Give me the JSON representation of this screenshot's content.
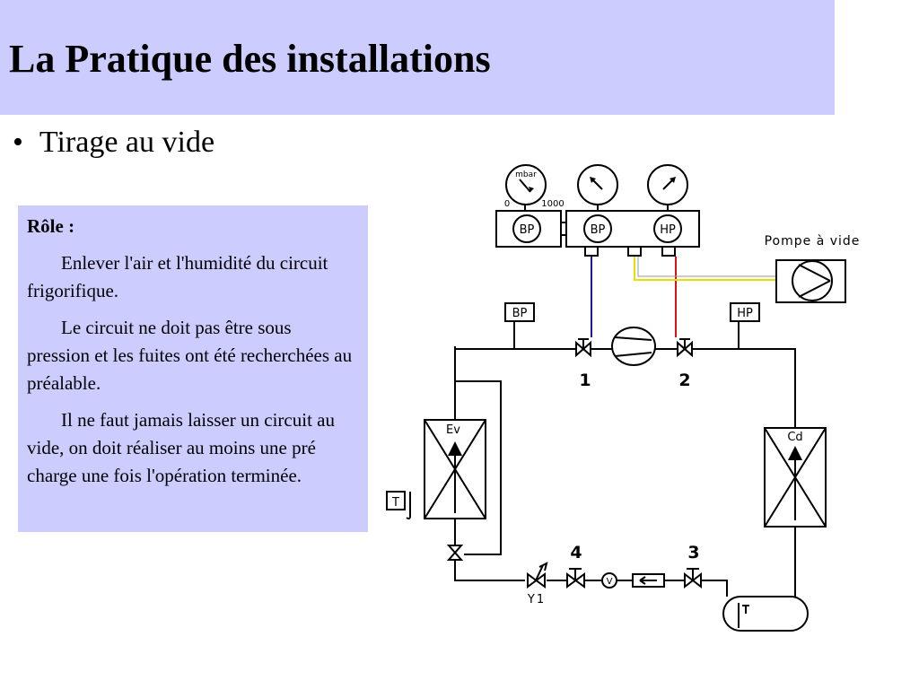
{
  "slide": {
    "title": "La Pratique des installations",
    "bullet": "Tirage au vide"
  },
  "role": {
    "heading": "Rôle :",
    "paragraphs": [
      "Enlever l'air et l'humidité du circuit frigorifique.",
      "Le circuit ne doit pas être sous pression et les fuites ont été recherchées au préalable.",
      "Il ne faut jamais laisser un circuit au vide, on doit réaliser au moins une pré charge une fois l'opération terminée."
    ]
  },
  "diagram": {
    "vacuometer": {
      "unit": "mbar",
      "min": "0",
      "max": "1000"
    },
    "manifold": {
      "labels": [
        "BP",
        "BP",
        "HP"
      ]
    },
    "pump_label": "Pompe à vide",
    "gauge_bp": "BP",
    "gauge_hp": "HP",
    "valves": [
      "1",
      "2",
      "3",
      "4"
    ],
    "evaporator": "Ev",
    "condenser": "Cd",
    "sight_glass": "V",
    "expansion_valve": "Y1",
    "thermostat": "T"
  },
  "colors": {
    "header_bg": "#ccccff",
    "box_bg": "#ccccff",
    "hose_bp": "#1a1aa0",
    "hose_hp": "#e01010",
    "hose_pump": "#e8e000"
  }
}
